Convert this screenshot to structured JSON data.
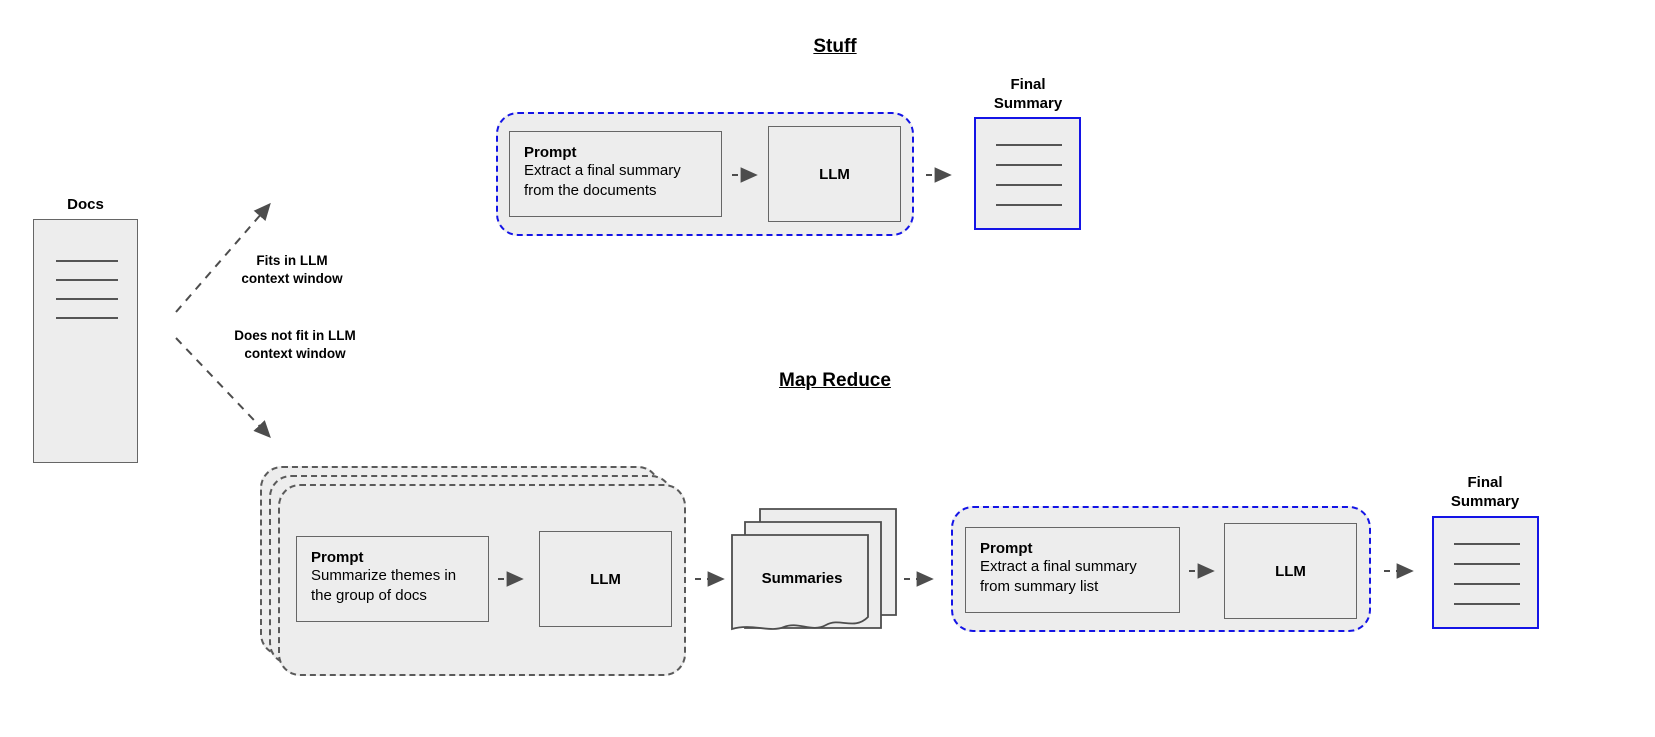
{
  "diagram": {
    "source": {
      "title": "Docs",
      "doc_line_count": 4
    },
    "branches": [
      {
        "label": "Fits in LLM\ncontext window",
        "target": "stuff"
      },
      {
        "label": "Does not fit in LLM\ncontext window",
        "target": "map-reduce"
      }
    ],
    "stuff": {
      "title": "Stuff",
      "prompt": {
        "heading": "Prompt",
        "body": "Extract a final summary\nfrom the documents"
      },
      "llm_label": "LLM",
      "output": {
        "title": "Final\nSummary",
        "doc_line_count": 4
      }
    },
    "map_reduce": {
      "title": "Map Reduce",
      "map": {
        "stack_count": 3,
        "prompt": {
          "heading": "Prompt",
          "body": "Summarize themes in\nthe group of docs"
        },
        "llm_label": "LLM"
      },
      "intermediate": {
        "label": "Summaries",
        "stack_count": 3
      },
      "reduce": {
        "prompt": {
          "heading": "Prompt",
          "body": "Extract a final summary\nfrom summary list"
        },
        "llm_label": "LLM"
      },
      "output": {
        "title": "Final\nSummary",
        "doc_line_count": 4
      }
    },
    "colors": {
      "accent_blue": "#1414e6",
      "box_fill": "#ededed",
      "box_stroke": "#666666",
      "dashed_gray": "#5a5a5a",
      "arrow_gray": "#4d4d4d",
      "line_gray": "#555555"
    }
  }
}
